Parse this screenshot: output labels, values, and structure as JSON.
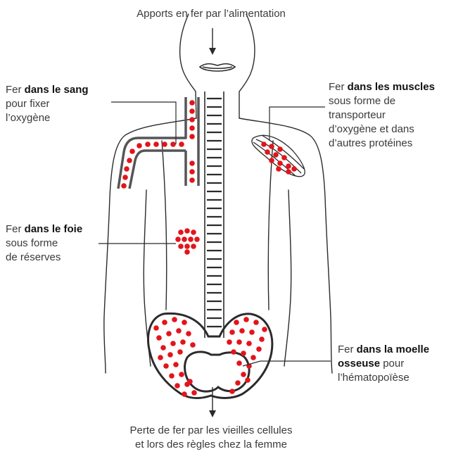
{
  "top_label": "Apports en fer par l’alimentation",
  "bottom_label_line1": "Perte de fer par les vieilles cellules",
  "bottom_label_line2": "et lors des règles chez la femme",
  "blood": {
    "prefix": "Fer ",
    "bold": "dans le sang",
    "line2": "pour fixer",
    "line3": "l’oxygène"
  },
  "liver": {
    "prefix": "Fer ",
    "bold": "dans le foie",
    "line2": "sous forme",
    "line3": "de réserves"
  },
  "muscles": {
    "prefix": "Fer ",
    "bold": "dans les muscles",
    "line2": "sous forme de",
    "line3": "transporteur",
    "line4": "d’oxygène et dans",
    "line5": "d’autres protéines"
  },
  "marrow": {
    "prefix": "Fer ",
    "bold": "dans la moelle",
    "bold2": "osseuse",
    "suffix": " pour",
    "line3": "l’hématopoïèse"
  },
  "colors": {
    "iron_dot": "#e3141b",
    "line": "#2b2b2b",
    "text": "#3a3a3a"
  }
}
